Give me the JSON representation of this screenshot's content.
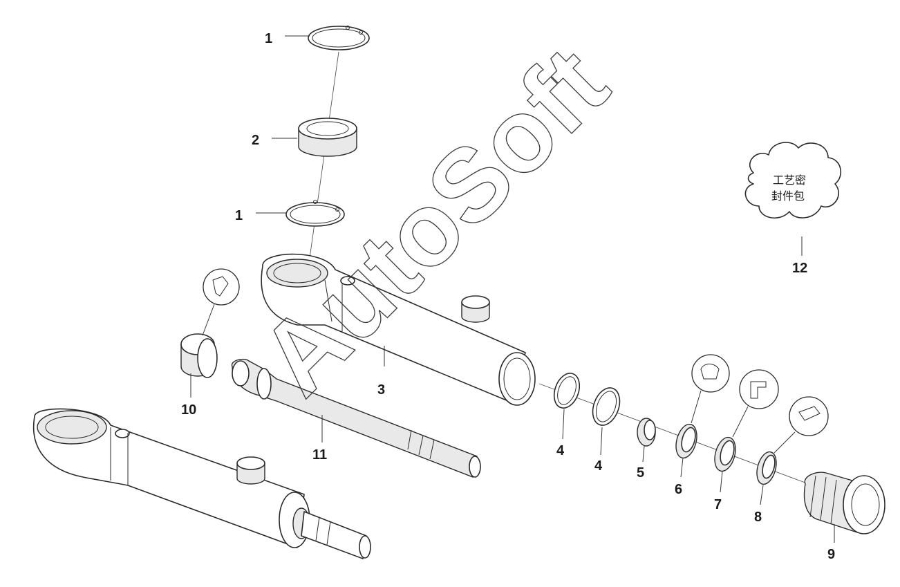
{
  "callouts": [
    {
      "id": "c1a",
      "number": "1"
    },
    {
      "id": "c2",
      "number": "2"
    },
    {
      "id": "c1b",
      "number": "1"
    },
    {
      "id": "c3",
      "number": "3"
    },
    {
      "id": "c10",
      "number": "10"
    },
    {
      "id": "c11",
      "number": "11"
    },
    {
      "id": "c4a",
      "number": "4"
    },
    {
      "id": "c4b",
      "number": "4"
    },
    {
      "id": "c5",
      "number": "5"
    },
    {
      "id": "c6",
      "number": "6"
    },
    {
      "id": "c7",
      "number": "7"
    },
    {
      "id": "c8",
      "number": "8"
    },
    {
      "id": "c9",
      "number": "9"
    },
    {
      "id": "c12",
      "number": "12"
    }
  ],
  "seal_kit": {
    "line1": "工艺密",
    "line2": "封件包"
  },
  "watermark": {
    "text": "AutoSoft"
  }
}
